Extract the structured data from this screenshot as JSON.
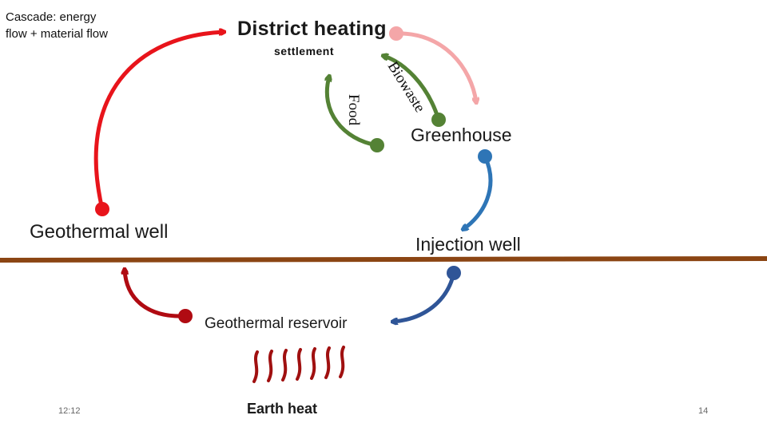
{
  "title": "Cascade: energy flow + material flow",
  "nodes": {
    "district_heating": "District heating",
    "settlement": "settlement",
    "greenhouse": "Greenhouse",
    "geothermal_well": "Geothermal well",
    "injection_well": "Injection well",
    "geothermal_reservoir": "Geothermal reservoir",
    "earth_heat": "Earth heat"
  },
  "flows": {
    "biowaste": "Biowaste",
    "food": "Food"
  },
  "footer": {
    "date": "12:12",
    "page_number": "14"
  },
  "colors": {
    "hot_flow": "#e8141b",
    "pink_flow": "#f4a6a8",
    "green_flow": "#548235",
    "blue_light": "#2e75b6",
    "blue_dark": "#2f5597",
    "dark_red": "#b00b12",
    "ground": "#8b4513",
    "heat_waves": "#a01010"
  }
}
